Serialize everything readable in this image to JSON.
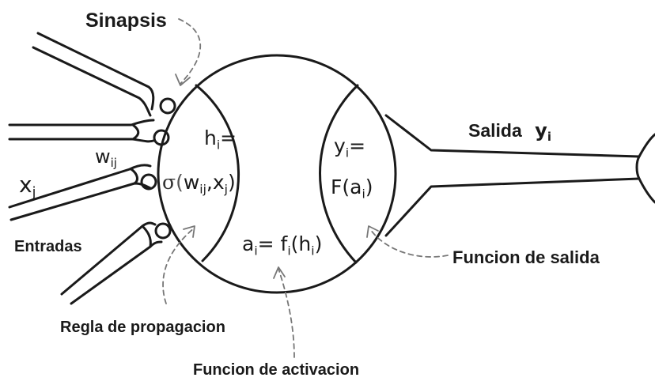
{
  "labels": {
    "synapse": "Sinapsis",
    "inputs": "Entradas",
    "output": "Salida",
    "output_var": "y",
    "output_var_sub": "i",
    "input_var": "x",
    "input_var_sub": "j",
    "weight_var": "w",
    "weight_var_sub": "ij",
    "propagation_rule": "Regla de propagacion",
    "activation_function": "Funcion de activacion",
    "output_function": "Funcion de salida"
  },
  "formulas": {
    "h_lhs": "h",
    "h_sub": "i",
    "h_eq": "=",
    "sigma": "σ",
    "paren_open": "(",
    "w": "w",
    "w_sub": "ij",
    "comma": ",",
    "x": "x",
    "x_sub": "j",
    "paren_close": ")",
    "a_lhs": "a",
    "a_sub": "i",
    "a_eq": "= f",
    "f_sub": "i",
    "a_open": "(h",
    "a_inner_sub": "i",
    "a_close": ")",
    "y_lhs": "y",
    "y_sub": "i",
    "y_eq": "=",
    "F": "F(a",
    "F_sub": "i",
    "F_close": ")"
  },
  "colors": {
    "line": "#1a1a1a",
    "dashed": "#777777"
  }
}
